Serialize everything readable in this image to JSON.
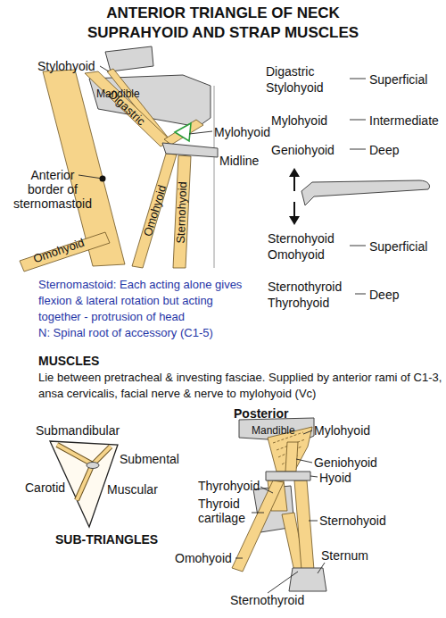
{
  "diagram": {
    "title": "ANTERIOR TRIANGLE OF NECK SUPRAHYOID AND STRAP MUSCLES",
    "labels": [
      "Stylohyoid",
      "Mandible",
      "Digastric",
      "Mylohyoid",
      "Midline",
      "Anterior border of sternomastoid",
      "Omohyoid",
      "Sternohyoid",
      "Omohyoid",
      "Digastric",
      "Stylohyoid",
      "Superficial",
      "Mylohyoid",
      "Intermediate",
      "Geniohyoid",
      "Deep",
      "Sternohyoid",
      "Omohyoid",
      "Superficial",
      "Sternothyroid",
      "Thyrohyoid",
      "Deep",
      "Sternomastoid: Each acting alone gives flexion & lateral rotation but acting together - protrusion of head",
      "N: Spinal root of accessory (C1-5)",
      "MUSCLES",
      "Lie between pretracheal & investing fasciae. Supplied by anterior rami of C1-3, ansa cervicalis, facial nerve & nerve to mylohyoid (Vc)",
      "Submandibular",
      "Submental",
      "Carotid",
      "Muscular",
      "SUB-TRIANGLES",
      "Posterior",
      "Mylohyoid",
      "Mandible",
      "Geniohyoid",
      "Hyoid",
      "Thyrohyoid",
      "Thyroid cartilage",
      "Sternohyoid",
      "Omohyoid",
      "Sternum",
      "Sternothyroid"
    ]
  }
}
